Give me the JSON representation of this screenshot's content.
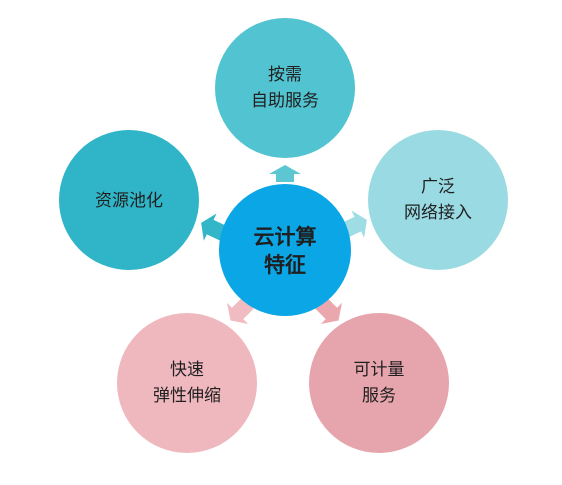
{
  "center": {
    "line1": "云计算",
    "line2": "特征",
    "color": "#0aa6e6"
  },
  "nodes": {
    "top": {
      "line1": "按需",
      "line2": "自助服务",
      "color": "#52c3d0",
      "arrow_color": "#5cc6d2"
    },
    "right": {
      "line1": "广泛",
      "line2": "网络接入",
      "color": "#9adbe3",
      "arrow_color": "#9fdde4"
    },
    "bottom_right": {
      "line1": "可计量",
      "line2": "服务",
      "color": "#e6a5ac",
      "arrow_color": "#eaa8ae"
    },
    "bottom_left": {
      "line1": "快速",
      "line2": "弹性伸缩",
      "color": "#efb8be",
      "arrow_color": "#f0bcc1"
    },
    "left": {
      "line1": "资源池化",
      "color": "#2fb5c7",
      "arrow_color": "#33b6c7"
    }
  }
}
